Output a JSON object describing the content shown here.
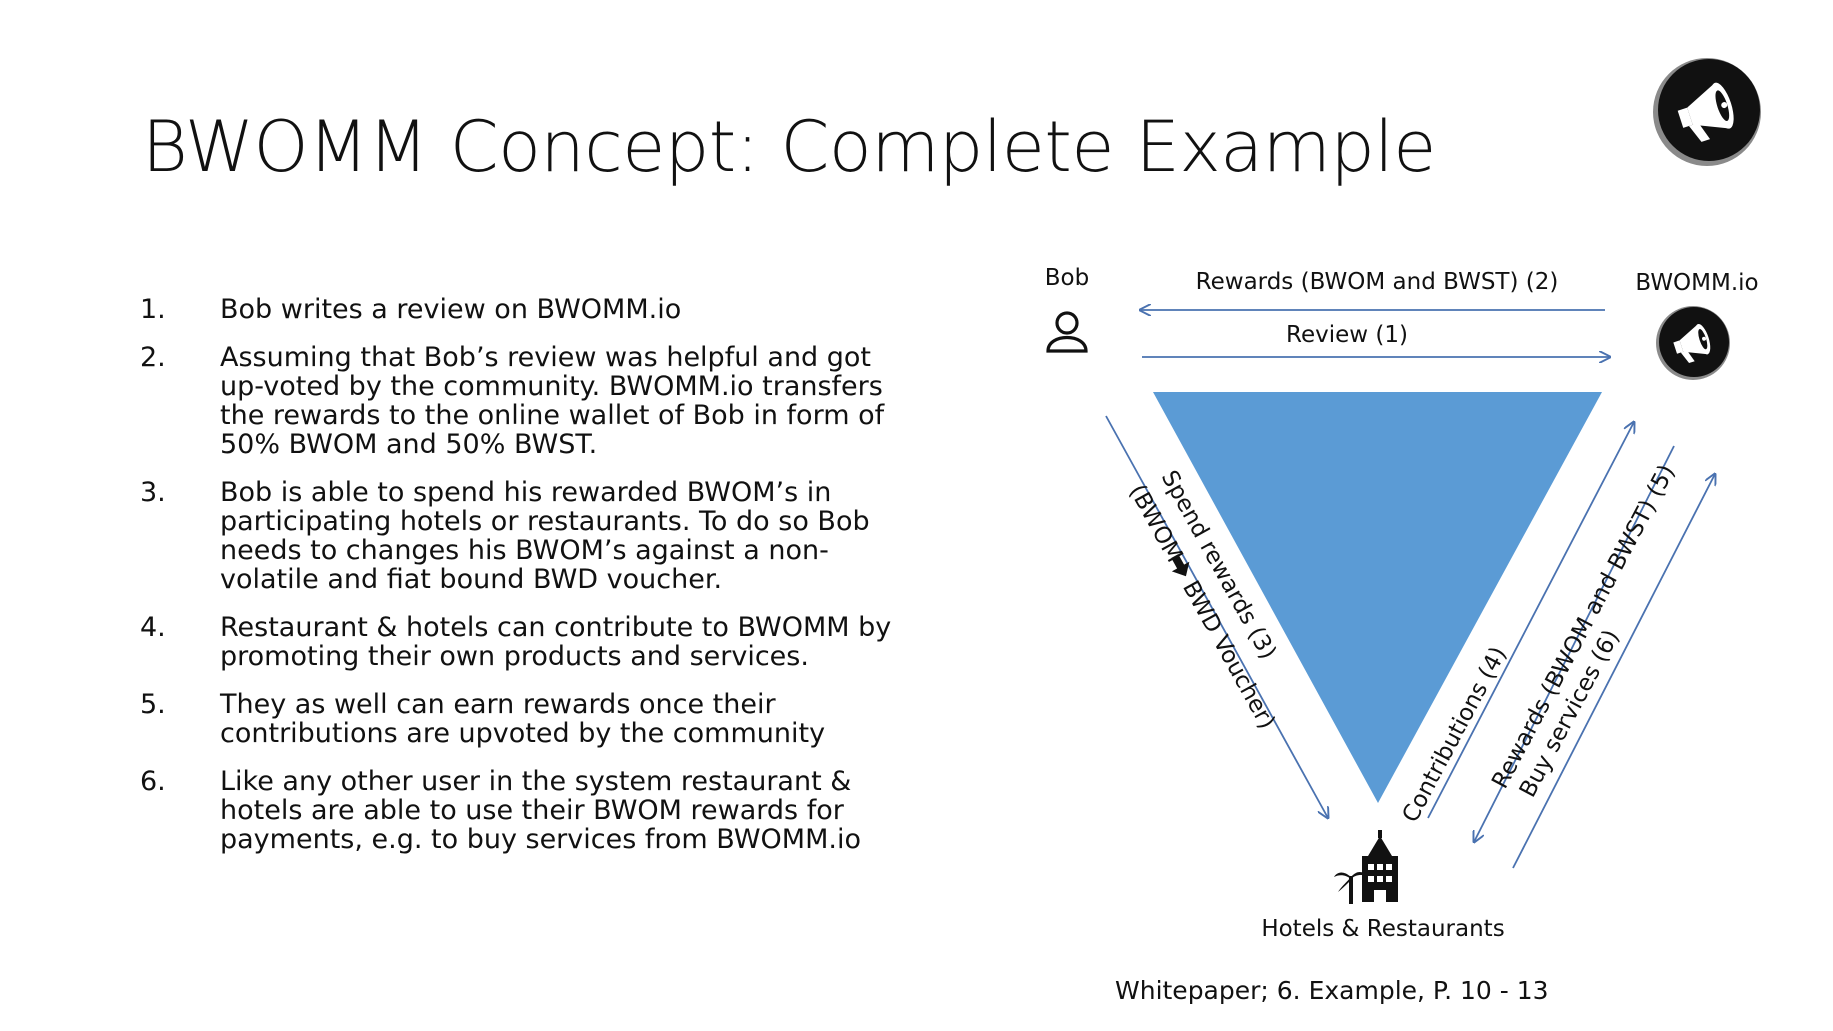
{
  "slide": {
    "title": "BWOMM Concept: Complete Example",
    "source": "Whitepaper; 6. Example, P. 10 - 13"
  },
  "steps": [
    {
      "num": "1.",
      "text": "Bob writes a review on BWOMM.io"
    },
    {
      "num": "2.",
      "text": "Assuming that Bob’s review was helpful and got up-voted by the community. BWOMM.io transfers the rewards to the online wallet of Bob in form of 50% BWOM and 50% BWST."
    },
    {
      "num": "3.",
      "text": "Bob is able to spend his rewarded BWOM’s in participating hotels or restaurants. To do so Bob needs to changes his BWOM’s against a non-volatile and fiat bound BWD voucher."
    },
    {
      "num": "4.",
      "text": "Restaurant & hotels can contribute to BWOMM by promoting their own products and services."
    },
    {
      "num": "5.",
      "text": "They as well can earn rewards once their contributions are upvoted by the community"
    },
    {
      "num": "6.",
      "text": "Like any other user in the system restaurant & hotels are able to use their BWOM rewards for payments, e.g. to buy services from BWOMM.io"
    }
  ],
  "diagram": {
    "nodes": {
      "bob": "Bob",
      "platform": "BWOMM.io",
      "hotels": "Hotels & Restaurants"
    },
    "edges": {
      "rewards_to_bob": "Rewards (BWOM and BWST) (2)",
      "review": "Review (1)",
      "spend_rewards_line1": "Spend rewards (3)",
      "spend_rewards_from": "(BWOM",
      "spend_rewards_to": "BWD Voucher)",
      "contributions": "Contributions (4)",
      "rewards_to_hotels": "Rewards (BWOM and BWST) (5)",
      "buy_services": "Buy services (6)"
    },
    "colors": {
      "triangle": "#5b9bd5",
      "arrow": "#4a72b0",
      "icon_dark": "#111111"
    },
    "icons": {
      "bob": "person-icon",
      "platform": "megaphone-icon",
      "hotels": "hotel-icon"
    }
  }
}
